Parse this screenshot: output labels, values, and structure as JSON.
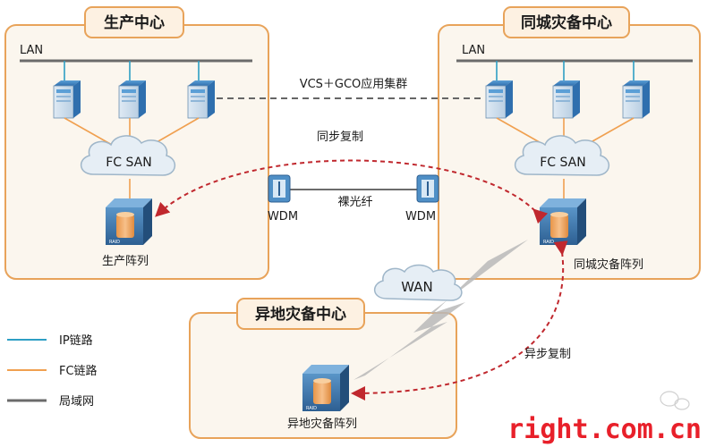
{
  "sites": {
    "production": {
      "title": "生产中心",
      "lan": "LAN",
      "san": "FC SAN",
      "array": "生产阵列"
    },
    "local_dr": {
      "title": "同城灾备中心",
      "lan": "LAN",
      "san": "FC SAN",
      "array": "同城灾备阵列"
    },
    "remote_dr": {
      "title": "异地灾备中心",
      "array": "异地灾备阵列"
    }
  },
  "links": {
    "cluster": "VCS＋GCO应用集群",
    "sync": "同步复制",
    "fiber": "裸光纤",
    "async": "异步复制",
    "wan": "WAN",
    "wdm_left": "WDM",
    "wdm_right": "WDM",
    "raid": "RAID"
  },
  "legend": [
    {
      "label": "IP链路",
      "color": "#2e9fc4"
    },
    {
      "label": "FC链路",
      "color": "#f0a050"
    },
    {
      "label": "局域网",
      "color": "#6b6b6b"
    }
  ],
  "watermark": {
    "text": "right.com.cn",
    "color": "#e8202a"
  },
  "colors": {
    "box_border": "#e8a35a",
    "box_fill": "#fbf6ee",
    "sync_arrow": "#c0282e",
    "server": "#6aa8d8"
  }
}
